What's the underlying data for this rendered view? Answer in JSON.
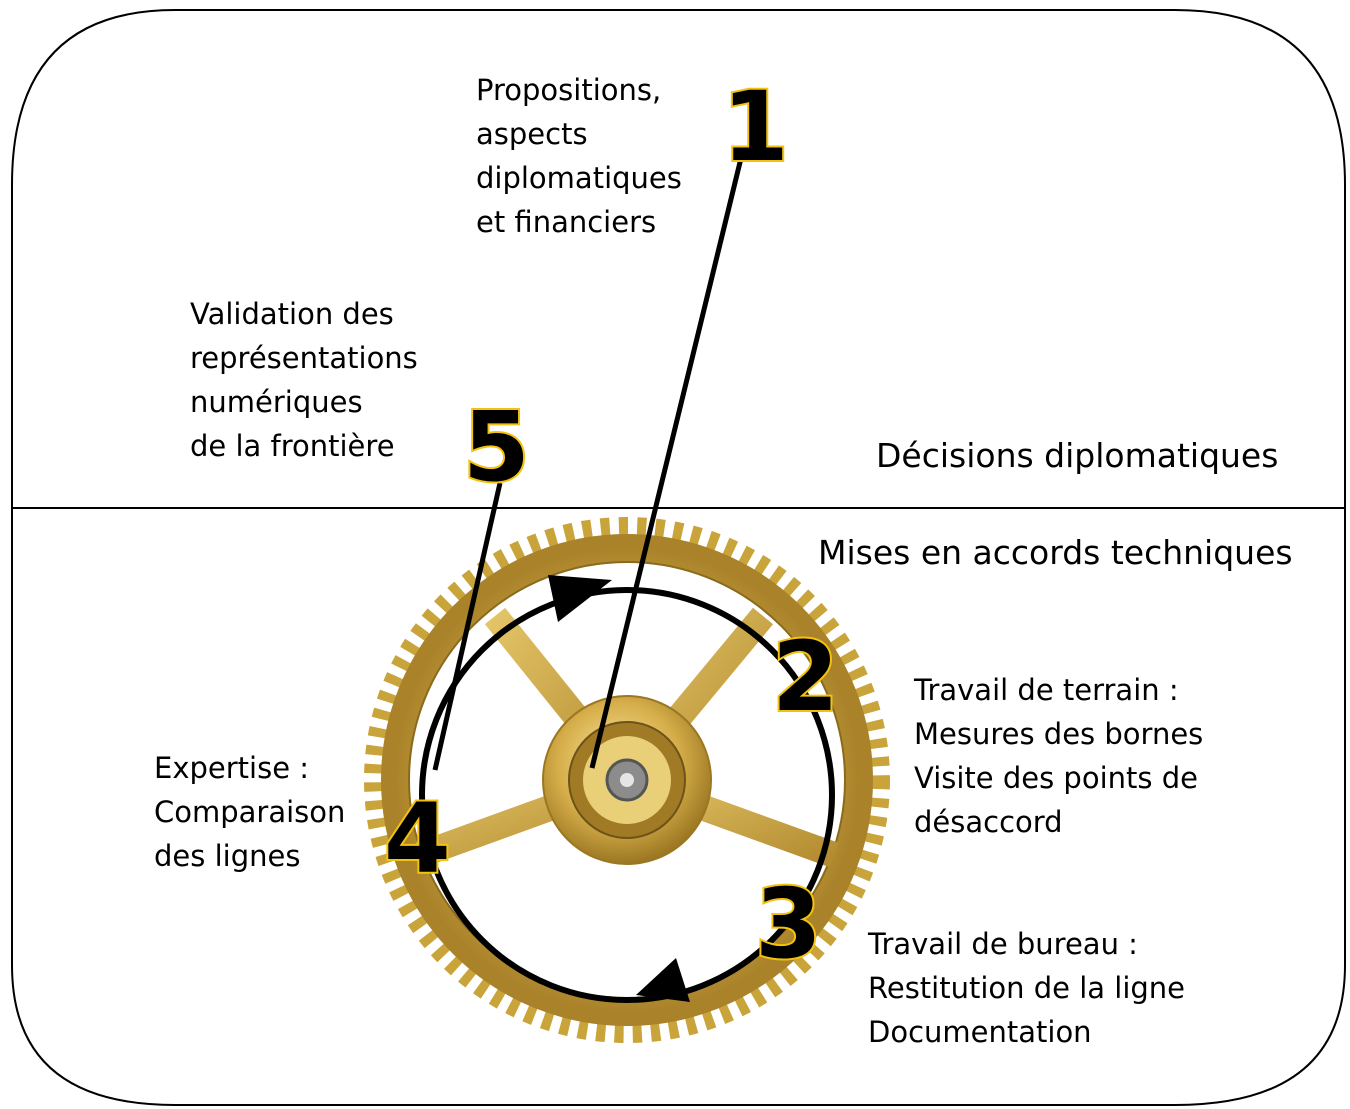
{
  "zones": {
    "top_label": "Décisions diplomatiques",
    "bottom_label": "Mises en accords techniques"
  },
  "steps": [
    {
      "number": "1",
      "text": "Propositions,\naspects\ndiplomatiques\net financiers"
    },
    {
      "number": "2",
      "text": "Travail de terrain :\nMesures des bornes\nVisite des points de\ndésaccord"
    },
    {
      "number": "3",
      "text": "Travail de bureau :\nRestitution de la ligne\nDocumentation"
    },
    {
      "number": "4",
      "text": "Expertise :\nComparaison\ndes lignes"
    },
    {
      "number": "5",
      "text": "Validation des\nreprésentations\nnumériques\nde la frontière"
    }
  ],
  "colors": {
    "gear_gold": "#c9a43a",
    "gear_dark": "#8a6a1c",
    "number_outline": "#f2c20f",
    "line": "#000000"
  },
  "icons": [
    "gear-icon"
  ]
}
